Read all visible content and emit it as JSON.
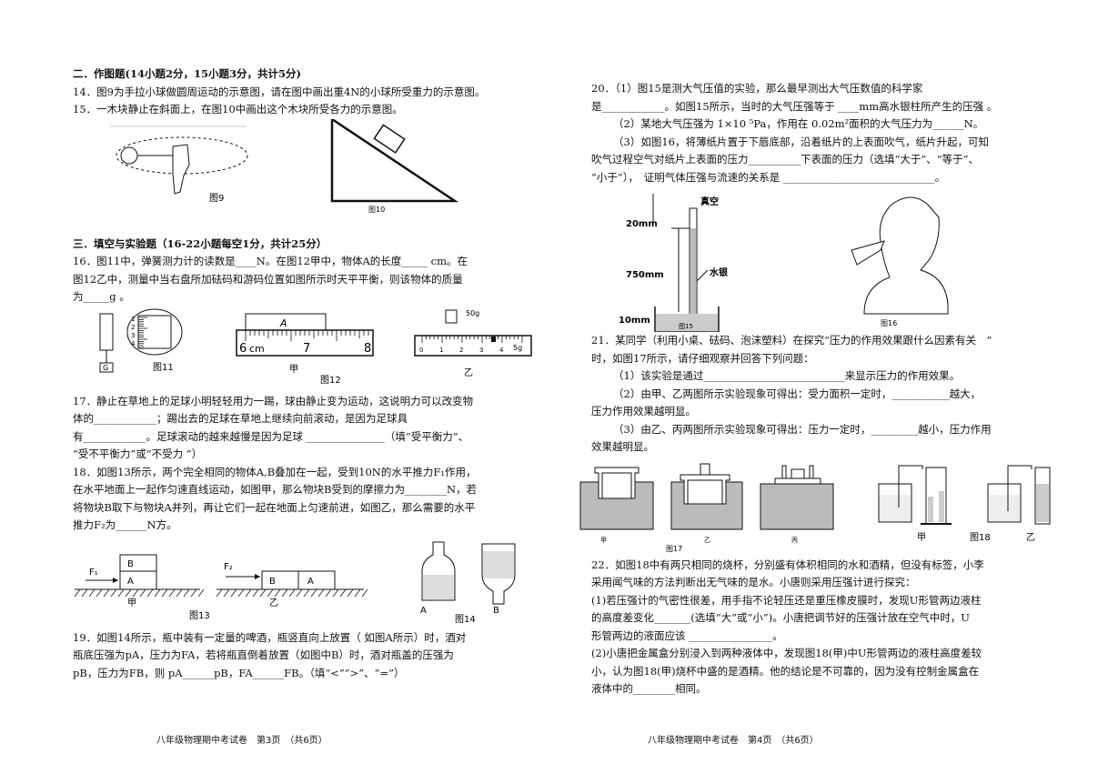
{
  "left": {
    "sec2_title": "二．作图题(14小题2分，15小题3分，共计5分)",
    "q14": "14．图9为手拉小球做圆周运动的示意图，请在图中画出重4N的小球所受重力的示意图。",
    "q15": "15．一木块静止在斜面上，在图10中画出这个木块所受各力的示意图。",
    "fig9": "图9",
    "fig10": "图10",
    "sec3_title": "三．填空与实验题（16-22小题每空1分，共计25分）",
    "q16a": "16．图11中，弹簧测力计的读数是____N。在图12甲中，物体A的长度_____ cm。在",
    "q16b": "图12乙中，测量中当右盘所加砝码和游码位置如图所示时天平平衡，则该物体的质量",
    "q16c": "为_____g 。",
    "fig11": "图11",
    "fig11_g": "G",
    "fig12_a": "A",
    "fig12_6": "6",
    "fig12_cm": "cm",
    "fig12_7": "7",
    "fig12_8": "8",
    "fig12_jia": "甲",
    "fig12": "图12",
    "fig12_yi": "乙",
    "fig12_50g": "50g",
    "fig12_5g": "5g",
    "scale_ticks": [
      "0",
      "1",
      "2",
      "3",
      "4"
    ],
    "spring_ticks": [
      "1",
      "2",
      "3",
      "4"
    ],
    "q17a": "17．静止在草地上的足球小明轻轻用力一踢，球由静止变为运动，这说明力可以改变物",
    "q17b": "体的____________；踢出去的足球在草地上继续向前滚动，是因为足球具",
    "q17c": "有____________。足球滚动的越来越慢是因为足球 _______________（填“受平衡力”、",
    "q17d": "“受不平衡力”或“不受力 ”）",
    "q18a": "18．如图13所示，两个完全相同的物体A,B叠加在一起，受到10N的水平推力F₁作用，",
    "q18b": "在水平地面上一起作匀速直线运动，如图甲，那么物块B受到的摩擦力为________N，若",
    "q18c": "将物块B取下与物块A并列，再让它们一起在地面上匀速前进，如图乙，那么需要的水平",
    "q18d": "推力F₂为______N方。",
    "fig13_B": "B",
    "fig13_A": "A",
    "fig13_F1": "F₁",
    "fig13_F2": "F₂",
    "fig13_jia": "甲",
    "fig13": "图13",
    "fig13_yi": "乙",
    "fig14": "图14",
    "fig14_A": "A",
    "fig14_B": "B",
    "q19a": "19．如图14所示，瓶中装有一定量的啤酒，瓶竖直向上放置（ 如图A所示）时，酒对",
    "q19b": "瓶底压强为pA，压力为FA，若将瓶直倒着放置（如图中B）时，酒对瓶盖的压强为",
    "q19c": "pB，压力为FB，则 pA______pB，FA______FB。（填“<”“>”、“=”）",
    "footer": "八年级物理期中考试卷　第3页　（共6页）"
  },
  "right": {
    "q20a": "20．（1）图15是测大气压值的实验，那么最早测出大气压数值的科学家",
    "q20b": "是____________。如图15所示，当时的大气压强等于 ____mm高水银柱所产生的压强 。",
    "q20c": "（2）某地大气压强为 1×10 ⁵Pa，作用在 0.02m²面积的大气压力为______N。",
    "q20d": "（3）如图16，将薄纸片置于下唇底部，沿着纸片的上表面吹气，纸片升起，可知",
    "q20e": "吹气过程空气对纸片上表面的压力__________下表面的压力（选填“大于”、“等于”、",
    "q20f": "“小于”），　证明气体压强与流速的关系是 _____________________________。",
    "fig15_20": "20mm",
    "fig15_750": "750mm",
    "fig15_10": "10mm",
    "fig15_vac": "真空",
    "fig15_hg": "水银",
    "fig15": "图15",
    "fig16": "图16",
    "q21a": "21．某同学（利用小桌、砝码、泡沫塑料）在探究“压力的作用效果跟什么因素有关　”",
    "q21b": "时，如图17所示，请仔细观察并回答下列问题：",
    "q21c": "（1）该实验是通过___________________________来显示压力的作用效果。",
    "q21d": "（2）由甲、乙两图所示实验现象可得出：受力面积一定时，___________越大，",
    "q21e": "压力作用效果越明显。",
    "q21f": "（3）由乙、丙两图所示实验现象可得出：压力一定时，_________越小，压力作用",
    "q21g": "效果越明显。",
    "fig17_jia": "甲",
    "fig17_yi": "乙",
    "fig17_bing": "丙",
    "fig17": "图17",
    "fig18_jia": "甲",
    "fig18": "图18",
    "fig18_yi": "乙",
    "q22a": "22．如图18中有两只相同的烧杯，分别盛有体积相同的水和酒精，但没有标签，小李",
    "q22b": "采用闻气味的方法判断出无气味的是水。小唐则采用压强计进行探究：",
    "q22c": "(1)若压强计的气密性很差，用手指不论轻压还是重压橡皮膜时，发现U形管两边液柱",
    "q22d": "的高度差变化_______(选填“大”或“小”)。小唐把调节好的压强计放在空气中时，U",
    "q22e": "形管两边的液面应该 ________________。",
    "q22f": "(2)小唐把金属盒分别浸入到两种液体中，发现图18(甲)中U形管两边的液柱高度差较",
    "q22g": "小，认为图18(甲)烧杯中盛的是酒精。他的结论是不可靠的，因为没有控制金属盒在",
    "q22h": "液体中的________相同。",
    "footer": "八年级物理期中考试卷　第4页　（共6页）"
  }
}
